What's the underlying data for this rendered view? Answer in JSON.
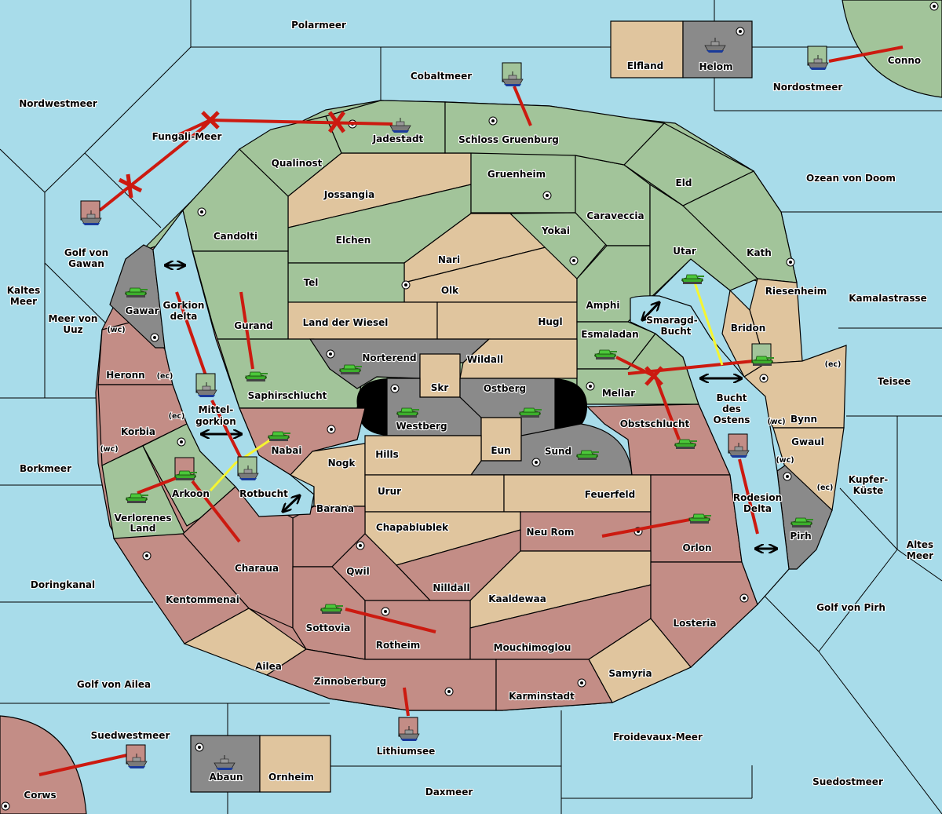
{
  "map": {
    "colors": {
      "sea": "#a8dcea",
      "power_green": "#a2c49a",
      "neutral_tan": "#e0c59e",
      "power_red": "#c38d86",
      "power_gray": "#8a8a8a",
      "order_red": "#cc1a10",
      "support_yellow": "#f5f530"
    },
    "seas": [
      {
        "id": "polarmeer",
        "name": "Polarmeer"
      },
      {
        "id": "cobaltmeer",
        "name": "Cobaltmeer"
      },
      {
        "id": "nordwestmeer",
        "name": "Nordwestmeer"
      },
      {
        "id": "fungali-meer",
        "name": "Fungali-Meer"
      },
      {
        "id": "nordostmeer",
        "name": "Nordostmeer"
      },
      {
        "id": "ozean-von-doom",
        "name": "Ozean von Doom"
      },
      {
        "id": "golf-von-gawan",
        "name": "Golf von Gawan"
      },
      {
        "id": "kaltes-meer",
        "name": "Kaltes Meer"
      },
      {
        "id": "meer-von-uuz",
        "name": "Meer von Uuz"
      },
      {
        "id": "gorkion-delta",
        "name": "Gorkion delta"
      },
      {
        "id": "mittel-gorkion",
        "name": "Mittel-gorkion"
      },
      {
        "id": "rotbucht",
        "name": "Rotbucht"
      },
      {
        "id": "borkmeer",
        "name": "Borkmeer"
      },
      {
        "id": "doringkanal",
        "name": "Doringkanal"
      },
      {
        "id": "golf-von-ailea",
        "name": "Golf von Ailea"
      },
      {
        "id": "suedwestmeer",
        "name": "Suedwestmeer"
      },
      {
        "id": "lithiumsee",
        "name": "Lithiumsee"
      },
      {
        "id": "daxmeer",
        "name": "Daxmeer"
      },
      {
        "id": "froidevaux-meer",
        "name": "Froidevaux-Meer"
      },
      {
        "id": "suedostmeer",
        "name": "Suedostmeer"
      },
      {
        "id": "golf-von-pirh",
        "name": "Golf von Pirh"
      },
      {
        "id": "altes-meer",
        "name": "Altes Meer"
      },
      {
        "id": "kupfer-kueste",
        "name": "Kupfer-Küste"
      },
      {
        "id": "teisee",
        "name": "Teisee"
      },
      {
        "id": "kamalastrasse",
        "name": "Kamalastrasse"
      },
      {
        "id": "smaragd-bucht",
        "name": "Smaragd-Bucht"
      },
      {
        "id": "bucht-des-ostens",
        "name": "Bucht des Ostens"
      },
      {
        "id": "rodesion-delta",
        "name": "Rodesion Delta"
      }
    ],
    "lands": [
      {
        "id": "elfland",
        "name": "Elfland",
        "owner": "neutral"
      },
      {
        "id": "helom",
        "name": "Helom",
        "owner": "gray"
      },
      {
        "id": "conno",
        "name": "Conno",
        "owner": "green"
      },
      {
        "id": "jadestadt",
        "name": "Jadestadt",
        "owner": "green"
      },
      {
        "id": "schloss-gruenburg",
        "name": "Schloss Gruenburg",
        "owner": "green"
      },
      {
        "id": "qualinost",
        "name": "Qualinost",
        "owner": "green"
      },
      {
        "id": "jossangia",
        "name": "Jossangia",
        "owner": "neutral"
      },
      {
        "id": "gruenheim",
        "name": "Gruenheim",
        "owner": "green"
      },
      {
        "id": "eld",
        "name": "Eld",
        "owner": "green"
      },
      {
        "id": "candolti",
        "name": "Candolti",
        "owner": "green"
      },
      {
        "id": "elchen",
        "name": "Elchen",
        "owner": "green"
      },
      {
        "id": "caraveccia",
        "name": "Caraveccia",
        "owner": "green"
      },
      {
        "id": "yokai",
        "name": "Yokai",
        "owner": "green"
      },
      {
        "id": "nari",
        "name": "Nari",
        "owner": "neutral"
      },
      {
        "id": "utar",
        "name": "Utar",
        "owner": "green"
      },
      {
        "id": "kath",
        "name": "Kath",
        "owner": "green"
      },
      {
        "id": "tel",
        "name": "Tel",
        "owner": "green"
      },
      {
        "id": "olk",
        "name": "Olk",
        "owner": "neutral"
      },
      {
        "id": "amphi",
        "name": "Amphi",
        "owner": "green"
      },
      {
        "id": "riesenheim",
        "name": "Riesenheim",
        "owner": "neutral"
      },
      {
        "id": "gurand",
        "name": "Gurand",
        "owner": "green"
      },
      {
        "id": "land-der-wiesel",
        "name": "Land der Wiesel",
        "owner": "neutral"
      },
      {
        "id": "hugl",
        "name": "Hugl",
        "owner": "neutral"
      },
      {
        "id": "esmaladan",
        "name": "Esmaladan",
        "owner": "green"
      },
      {
        "id": "bridon",
        "name": "Bridon",
        "owner": "neutral"
      },
      {
        "id": "gawar",
        "name": "Gawar",
        "owner": "gray"
      },
      {
        "id": "heronn",
        "name": "Heronn",
        "owner": "red"
      },
      {
        "id": "norterend",
        "name": "Norterend",
        "owner": "gray"
      },
      {
        "id": "wildall",
        "name": "Wildall",
        "owner": "neutral"
      },
      {
        "id": "skr",
        "name": "Skr",
        "owner": "neutral"
      },
      {
        "id": "ostberg",
        "name": "Ostberg",
        "owner": "gray"
      },
      {
        "id": "westberg",
        "name": "Westberg",
        "owner": "gray"
      },
      {
        "id": "mellar",
        "name": "Mellar",
        "owner": "green"
      },
      {
        "id": "saphirschlucht",
        "name": "Saphirschlucht",
        "owner": "green"
      },
      {
        "id": "obstschlucht",
        "name": "Obstschlucht",
        "owner": "red"
      },
      {
        "id": "bynn",
        "name": "Bynn",
        "owner": "neutral"
      },
      {
        "id": "korbia",
        "name": "Korbia",
        "owner": "red"
      },
      {
        "id": "nabai",
        "name": "Nabai",
        "owner": "red"
      },
      {
        "id": "hills",
        "name": "Hills",
        "owner": "neutral"
      },
      {
        "id": "eun",
        "name": "Eun",
        "owner": "neutral"
      },
      {
        "id": "sund",
        "name": "Sund",
        "owner": "gray"
      },
      {
        "id": "gwaul",
        "name": "Gwaul",
        "owner": "neutral"
      },
      {
        "id": "nogk",
        "name": "Nogk",
        "owner": "neutral"
      },
      {
        "id": "arkoon",
        "name": "Arkoon",
        "owner": "green"
      },
      {
        "id": "urur",
        "name": "Urur",
        "owner": "neutral"
      },
      {
        "id": "feuerfeld",
        "name": "Feuerfeld",
        "owner": "neutral"
      },
      {
        "id": "verlorenes-land",
        "name": "Verlorenes Land",
        "owner": "green"
      },
      {
        "id": "barana",
        "name": "Barana",
        "owner": "red"
      },
      {
        "id": "chapablublek",
        "name": "Chapablublek",
        "owner": "neutral"
      },
      {
        "id": "neu-rom",
        "name": "Neu Rom",
        "owner": "red"
      },
      {
        "id": "pirh",
        "name": "Pirh",
        "owner": "gray"
      },
      {
        "id": "orlon",
        "name": "Orlon",
        "owner": "red"
      },
      {
        "id": "charaua",
        "name": "Charaua",
        "owner": "red"
      },
      {
        "id": "qwil",
        "name": "Qwil",
        "owner": "red"
      },
      {
        "id": "nilldall",
        "name": "Nilldall",
        "owner": "red"
      },
      {
        "id": "kentommenai",
        "name": "Kentommenai",
        "owner": "red"
      },
      {
        "id": "kaaldewaa",
        "name": "Kaaldewaa",
        "owner": "neutral"
      },
      {
        "id": "sottovia",
        "name": "Sottovia",
        "owner": "red"
      },
      {
        "id": "rotheim",
        "name": "Rotheim",
        "owner": "red"
      },
      {
        "id": "losteria",
        "name": "Losteria",
        "owner": "red"
      },
      {
        "id": "mouchimoglou",
        "name": "Mouchimoglou",
        "owner": "red"
      },
      {
        "id": "ailea",
        "name": "Ailea",
        "owner": "neutral"
      },
      {
        "id": "samyria",
        "name": "Samyria",
        "owner": "neutral"
      },
      {
        "id": "zinnoberburg",
        "name": "Zinnoberburg",
        "owner": "red"
      },
      {
        "id": "karminstadt",
        "name": "Karminstadt",
        "owner": "red"
      },
      {
        "id": "abaun",
        "name": "Abaun",
        "owner": "gray"
      },
      {
        "id": "ornheim",
        "name": "Ornheim",
        "owner": "neutral"
      },
      {
        "id": "corws",
        "name": "Corws",
        "owner": "red"
      }
    ],
    "coast_labels": {
      "wc": "(wc)",
      "ec": "(ec)"
    },
    "units": [
      {
        "type": "fleet",
        "location": "Helom"
      },
      {
        "type": "fleet",
        "location": "Nordostmeer",
        "dislodged_color": "green"
      },
      {
        "type": "fleet",
        "location": "Cobaltmeer",
        "dislodged_color": "green"
      },
      {
        "type": "fleet",
        "location": "Jadestadt"
      },
      {
        "type": "fleet",
        "location": "Golf von Gawan",
        "dislodged_color": "red"
      },
      {
        "type": "army",
        "location": "Gawar"
      },
      {
        "type": "fleet",
        "location": "Mittel-gorkion",
        "dislodged_color": "green"
      },
      {
        "type": "army",
        "location": "Saphirschlucht"
      },
      {
        "type": "army",
        "location": "Norterend"
      },
      {
        "type": "army",
        "location": "Westberg"
      },
      {
        "type": "army",
        "location": "Ostberg"
      },
      {
        "type": "army",
        "location": "Sund"
      },
      {
        "type": "army",
        "location": "Nabai"
      },
      {
        "type": "fleet",
        "location": "Rotbucht",
        "dislodged_color": "green"
      },
      {
        "type": "army",
        "location": "Arkoon",
        "dislodged_color": "red"
      },
      {
        "type": "army",
        "location": "Verlorenes Land"
      },
      {
        "type": "army",
        "location": "Utar"
      },
      {
        "type": "army",
        "location": "Esmaladan"
      },
      {
        "type": "army",
        "location": "Bridon",
        "dislodged_color": "green"
      },
      {
        "type": "army",
        "location": "Obstschlucht"
      },
      {
        "type": "fleet",
        "location": "Bucht des Ostens",
        "dislodged_color": "red"
      },
      {
        "type": "army",
        "location": "Pirh"
      },
      {
        "type": "army",
        "location": "Orlon"
      },
      {
        "type": "army",
        "location": "Sottovia"
      },
      {
        "type": "fleet",
        "location": "Lithiumsee",
        "dislodged_color": "red"
      },
      {
        "type": "fleet",
        "location": "Suedwestmeer",
        "dislodged_color": "red"
      },
      {
        "type": "fleet",
        "location": "Abaun"
      }
    ]
  }
}
